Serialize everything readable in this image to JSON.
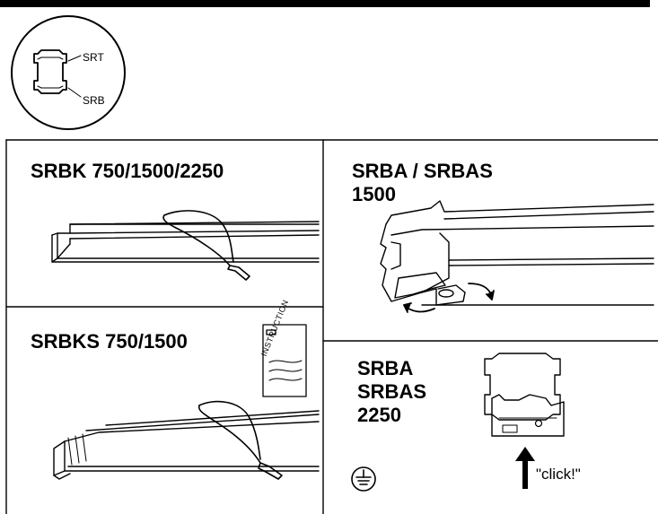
{
  "profile_callout": {
    "top_label": "SRT",
    "bottom_label": "SRB"
  },
  "panels": {
    "srbk": {
      "title": "SRBK 750/1500/2250"
    },
    "srba": {
      "title_line1": "SRBA / SRBAS",
      "title_line2": "1500"
    },
    "srbks": {
      "title": "SRBKS 750/1500",
      "instruction_label": "INSTRUCTION"
    },
    "srba_2250": {
      "title_line1": "SRBA",
      "title_line2": "SRBAS",
      "title_line3": "2250",
      "click_label": "\"click!\""
    }
  },
  "icons": [
    "profile-icon",
    "earth-ground-icon",
    "up-arrow-icon",
    "cable-tie-icon",
    "rotate-arrow-icon"
  ]
}
